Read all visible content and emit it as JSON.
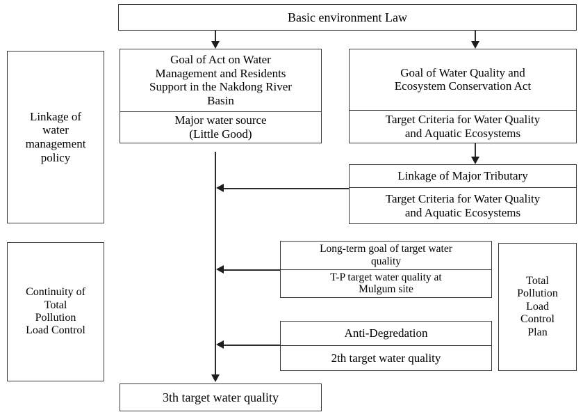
{
  "diagram": {
    "title": "Linkage of water management policy and Total Pollution Load Control framework",
    "type": "flowchart",
    "nodes": {
      "basic_law": {
        "label": "Basic environment Law"
      },
      "side_linkage": {
        "label": "Linkage of\nwater\nmanagement\npolicy"
      },
      "side_continuity": {
        "label": "Continuity of\nTotal\nPollution\nLoad Control"
      },
      "act_nakdong": {
        "header": "Goal of Act on Water\nManagement and Residents\nSupport in the Nakdong River\nBasin",
        "sub": "Major water source\n(Little Good)"
      },
      "wq_ecosystem_act": {
        "header": "Goal of Water Quality and\nEcosystem Conservation Act",
        "sub": "Target Criteria for Water Quality\nand Aquatic Ecosystems"
      },
      "major_tributary": {
        "header": "Linkage of Major Tributary",
        "sub": "Target Criteria for Water Quality\nand Aquatic Ecosystems"
      },
      "long_term_goal": {
        "header": "Long-term goal of target water\nquality",
        "sub": "T-P target water quality at\nMulgum site"
      },
      "anti_degradation": {
        "header": "Anti-Degredation",
        "sub": "2th target water quality"
      },
      "tplc_plan": {
        "label": "Total\nPollution\nLoad\nControl\nPlan"
      },
      "third_target": {
        "label": "3th target water quality"
      }
    },
    "edges": [
      {
        "from": "basic_law",
        "to": "act_nakdong",
        "direction": "down"
      },
      {
        "from": "basic_law",
        "to": "wq_ecosystem_act",
        "direction": "down"
      },
      {
        "from": "wq_ecosystem_act",
        "to": "major_tributary",
        "direction": "down"
      },
      {
        "from": "major_tributary",
        "to": "main-spine",
        "direction": "left"
      },
      {
        "from": "long_term_goal",
        "to": "main-spine",
        "direction": "left"
      },
      {
        "from": "anti_degradation",
        "to": "main-spine",
        "direction": "left"
      },
      {
        "from": "act_nakdong",
        "to": "third_target",
        "direction": "down"
      }
    ],
    "colors": {
      "border": "#3a3a3a",
      "connector": "#2b2b2b",
      "background": "#ffffff",
      "text": "#000000"
    }
  }
}
